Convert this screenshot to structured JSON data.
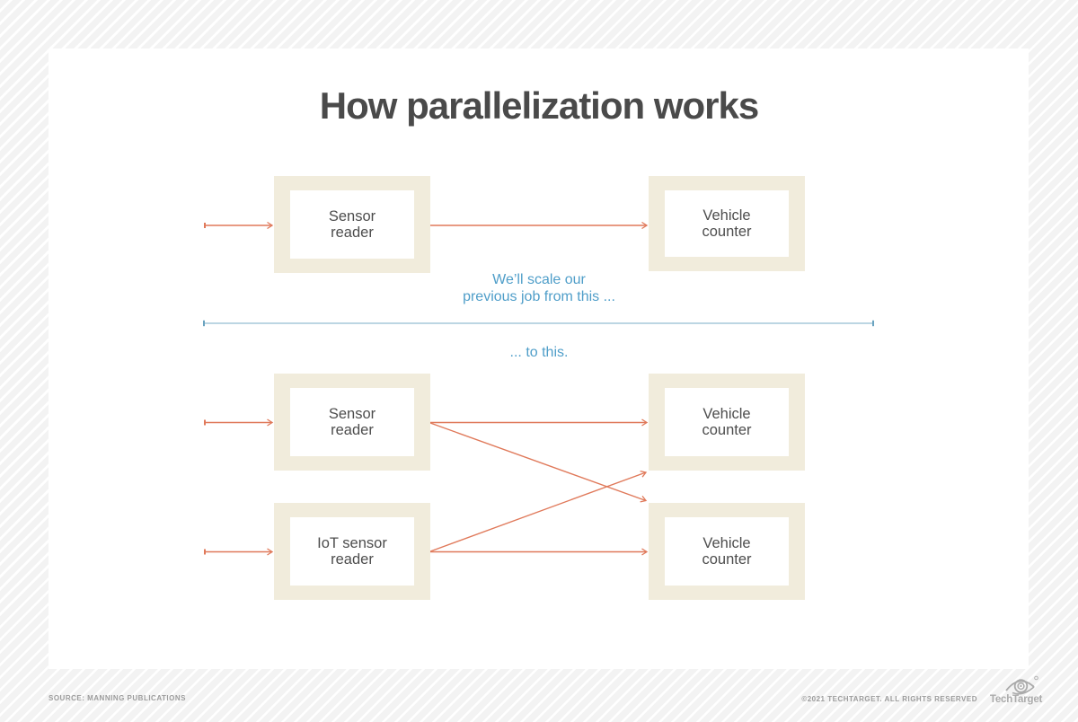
{
  "title": "How parallelization works",
  "diagram": {
    "single_pipeline": {
      "source": {
        "label": "Sensor reader",
        "lines": [
          "Sensor",
          "reader"
        ]
      },
      "sink": {
        "label": "Vehicle counter",
        "lines": [
          "Vehicle",
          "counter"
        ]
      }
    },
    "scaled_pipeline": {
      "sources": [
        {
          "label": "Sensor reader",
          "lines": [
            "Sensor",
            "reader"
          ]
        },
        {
          "label": "IoT sensor reader",
          "lines": [
            "IoT sensor",
            "reader"
          ]
        }
      ],
      "sinks": [
        {
          "label": "Vehicle counter",
          "lines": [
            "Vehicle",
            "counter"
          ]
        },
        {
          "label": "Vehicle counter",
          "lines": [
            "Vehicle",
            "counter"
          ]
        }
      ]
    },
    "captions": {
      "scale_from_lines": [
        "We’ll scale our",
        "previous job from this ..."
      ],
      "to_this": "... to this."
    }
  },
  "footer": {
    "source_note": "SOURCE: MANNING PUBLICATIONS",
    "copyright": "©2021 TECHTARGET. ALL RIGHTS RESERVED",
    "brand": "TechTarget"
  },
  "colors": {
    "arrow_salmon": "#e0795a",
    "caption_blue": "#4f9ec9",
    "divider_blue": "#a5c9da",
    "divider_tick_blue": "#6aa3c0",
    "box_beige": "#f1ecdc",
    "text_dark": "#4d4d4d",
    "title_gray": "#4a4a4a",
    "footer_gray": "#9c9c9c",
    "background_stripe": "#f3f3f3"
  }
}
